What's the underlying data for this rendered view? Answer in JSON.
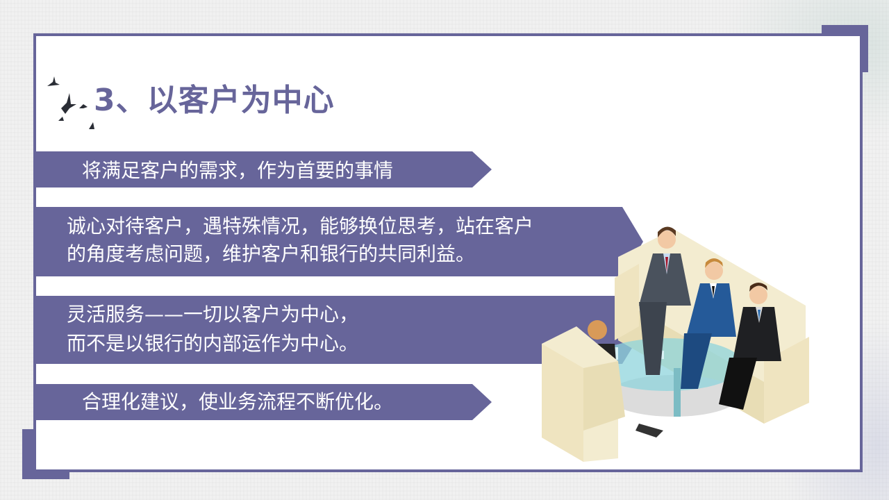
{
  "slide": {
    "title": "3、以客户为中心",
    "points": [
      {
        "lines": [
          "将满足客户的需求，作为首要的事情"
        ]
      },
      {
        "lines": [
          "诚心对待客户，遇特殊情况，能够换位思考，站在客户",
          "的角度考虑问题，维护客户和银行的共同利益。"
        ]
      },
      {
        "lines": [
          "灵活服务——一切以客户为中心，",
          "而不是以银行的内部运作为中心。"
        ]
      },
      {
        "lines": [
          "合理化建议，使业务流程不断优化。"
        ]
      }
    ]
  },
  "colors": {
    "accent": "#67659a",
    "background": "#f1f1f1"
  }
}
